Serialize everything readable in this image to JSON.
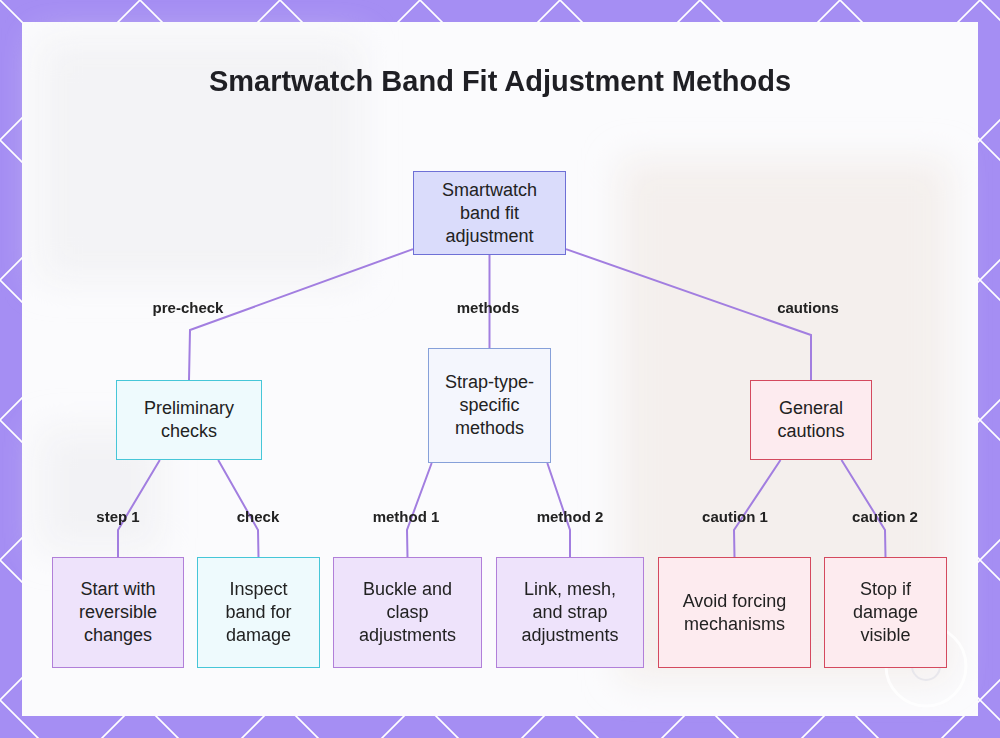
{
  "diagram": {
    "title": "Smartwatch Band Fit Adjustment Methods",
    "nodes": [
      {
        "text": [
          "Smartwatch band fit adjustment"
        ]
      },
      {
        "text": [
          "Preliminary checks"
        ]
      },
      {
        "text": [
          "Strap-type-specific methods"
        ]
      },
      {
        "text": [
          "General cautions"
        ]
      },
      {
        "text": [
          "Start with reversible changes"
        ]
      },
      {
        "text": [
          "Inspect band for damage"
        ]
      },
      {
        "text": [
          "Buckle and clasp adjustments"
        ]
      },
      {
        "text": [
          "Link, mesh, and strap adjustments"
        ]
      },
      {
        "text": [
          "Avoid forcing mechanisms"
        ]
      },
      {
        "text": [
          "Stop if damage visible"
        ]
      }
    ],
    "edges": [
      {
        "from": 0,
        "to": 1,
        "label": "pre-check",
        "arrow": "none"
      },
      {
        "from": 0,
        "to": 2,
        "label": "methods",
        "arrow": "none"
      },
      {
        "from": 0,
        "to": 3,
        "label": "cautions",
        "arrow": "none"
      },
      {
        "from": 1,
        "to": 4,
        "label": "step 1",
        "arrow": "none"
      },
      {
        "from": 1,
        "to": 5,
        "label": "check",
        "arrow": "none"
      },
      {
        "from": 2,
        "to": 6,
        "label": "method 1",
        "arrow": "none"
      },
      {
        "from": 2,
        "to": 7,
        "label": "method 2",
        "arrow": "none"
      },
      {
        "from": 3,
        "to": 8,
        "label": "caution 1",
        "arrow": "none"
      },
      {
        "from": 3,
        "to": 9,
        "label": "caution 2",
        "arrow": "none"
      }
    ]
  }
}
